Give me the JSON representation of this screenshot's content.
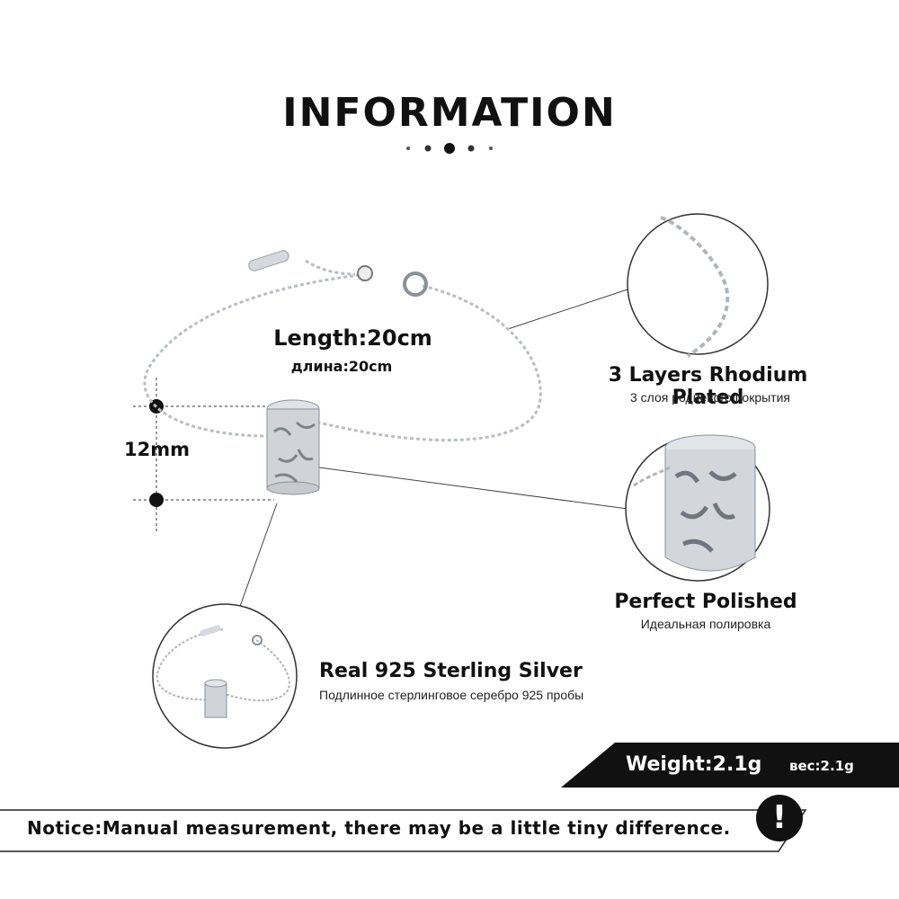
{
  "header": {
    "title": "INFORMATION"
  },
  "dimensions": {
    "length_label": "Length:20cm",
    "length_label_ru": "длина:20cm",
    "height_label": "12mm"
  },
  "features": [
    {
      "title": "3 Layers Rhodium Plated",
      "subtitle": "3 слоя родиевого покрытия"
    },
    {
      "title": "Perfect  Polished",
      "subtitle": "Идеальная полировка"
    },
    {
      "title": "Real 925  Sterling  Silver",
      "subtitle": "Подлинное стерлинговое серебро 925 пробы"
    }
  ],
  "weight": {
    "label": "Weight:2.1g",
    "label_ru": "вес:2.1g"
  },
  "notice": {
    "text": "Notice:Manual measurement, there may be a little tiny difference.",
    "icon": "exclamation-icon",
    "icon_glyph": "!"
  },
  "colors": {
    "accent": "#111111",
    "background": "#ffffff",
    "silver": "#c8ccd2"
  }
}
